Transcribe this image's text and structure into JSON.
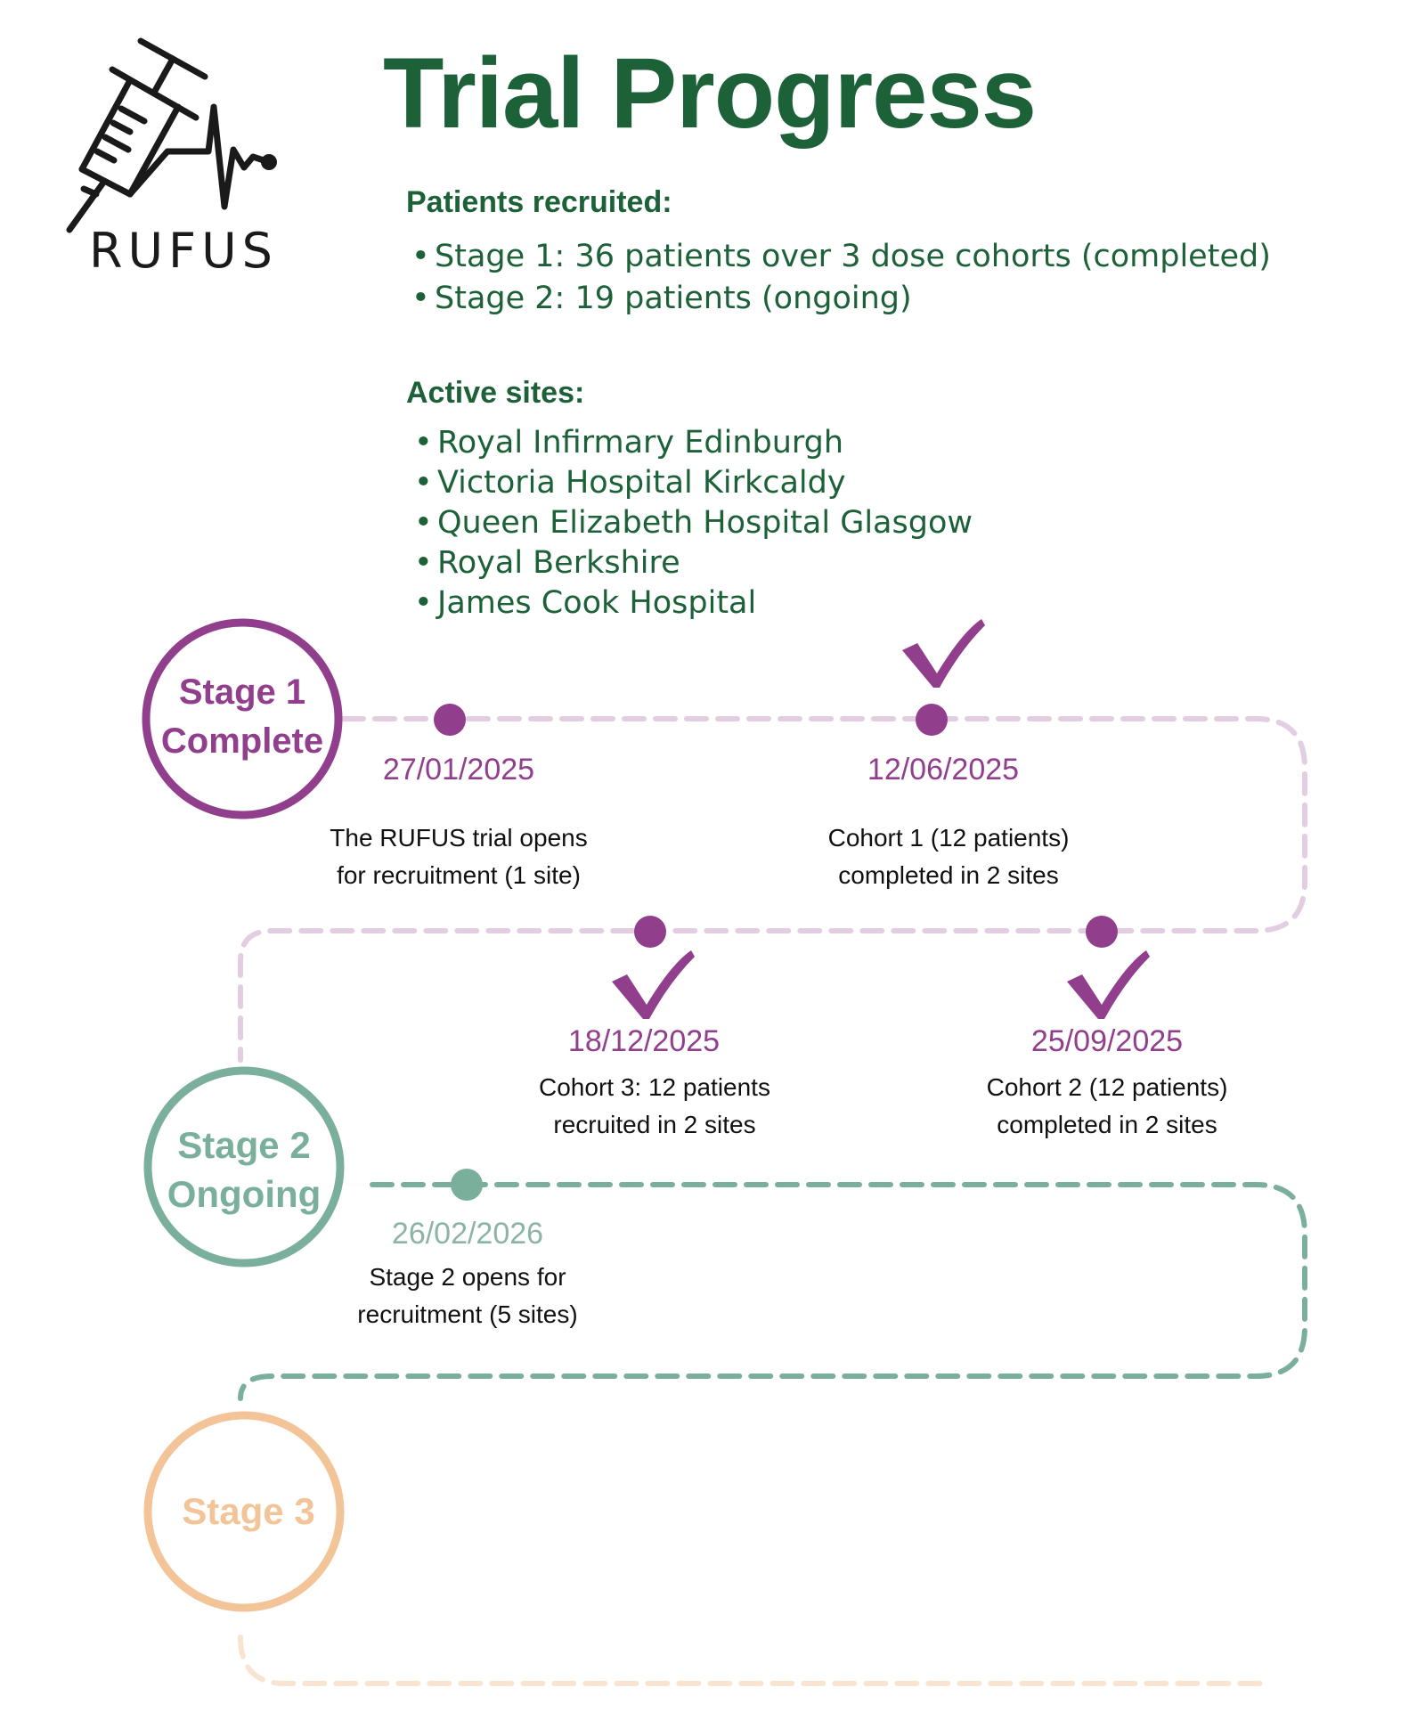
{
  "header": {
    "title": "Trial Progress",
    "logo_text": "RUFUS"
  },
  "recruitment": {
    "heading": "Patients recruited:",
    "items": [
      "Stage 1: 36 patients over 3 dose cohorts (completed)",
      "Stage 2: 19 patients (ongoing)"
    ]
  },
  "sites": {
    "heading": "Active sites:",
    "items": [
      "Royal Infirmary Edinburgh",
      "Victoria Hospital Kirkcaldy",
      "Queen Elizabeth Hospital Glasgow",
      "Royal Berkshire",
      "James Cook Hospital"
    ]
  },
  "stages": [
    {
      "line1": "Stage 1",
      "line2": "Complete",
      "color": "#913e8c"
    },
    {
      "line1": "Stage 2",
      "line2": "Ongoing",
      "color": "#7aaf9b"
    },
    {
      "line1": "Stage 3",
      "line2": "",
      "color": "#f3c497"
    }
  ],
  "milestones": [
    {
      "date": "27/01/2025",
      "line1": "The RUFUS trial opens",
      "line2": "for recruitment (1 site)",
      "completed": false
    },
    {
      "date": "12/06/2025",
      "line1": "Cohort 1 (12 patients)",
      "line2": "completed in 2 sites",
      "completed": true
    },
    {
      "date": "25/09/2025",
      "line1": "Cohort 2 (12 patients)",
      "line2": "completed in 2 sites",
      "completed": true
    },
    {
      "date": "18/12/2025",
      "line1": "Cohort 3: 12 patients",
      "line2": "recruited in 2 sites",
      "completed": true
    },
    {
      "date": "26/02/2026",
      "line1": "Stage 2 opens for",
      "line2": "recruitment (5 sites)",
      "completed": false
    }
  ],
  "colors": {
    "brand_green": "#1d6138",
    "stage1_purple": "#913e8c",
    "stage1_path": "#e3cde1",
    "stage2_teal": "#7aaf9b",
    "stage3_peach": "#f3c497",
    "stage3_path": "#f9e4d1"
  }
}
